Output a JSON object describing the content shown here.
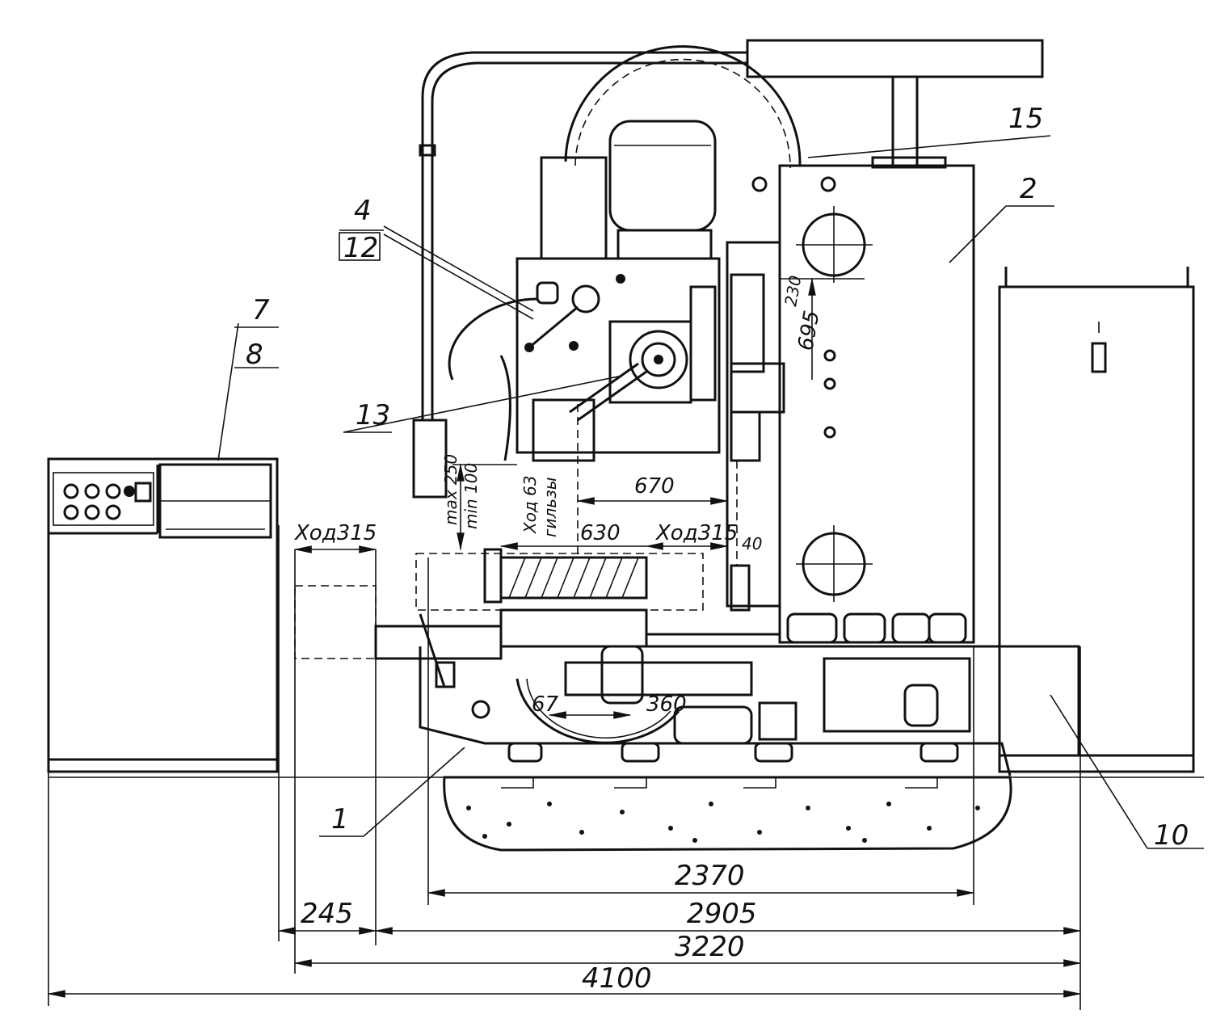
{
  "callouts": {
    "c1": "1",
    "c2": "2",
    "c4": "4",
    "c7": "7",
    "c8": "8",
    "c10": "10",
    "c12": "12",
    "c13": "13",
    "c15": "15"
  },
  "dimensions": {
    "stroke_left": "Ход315",
    "stroke_right": "Ход315",
    "d630": "630",
    "d670": "670",
    "d40": "40",
    "d230": "230",
    "d695": "695",
    "max": "max 250",
    "min": "min 100",
    "sleeve_stroke": "Ход 63",
    "sleeve_word": "гильзы",
    "d67": "67",
    "d360": "360",
    "d2370": "2370",
    "d245": "245",
    "d2905": "2905",
    "d3220": "3220",
    "d4100": "4100"
  }
}
